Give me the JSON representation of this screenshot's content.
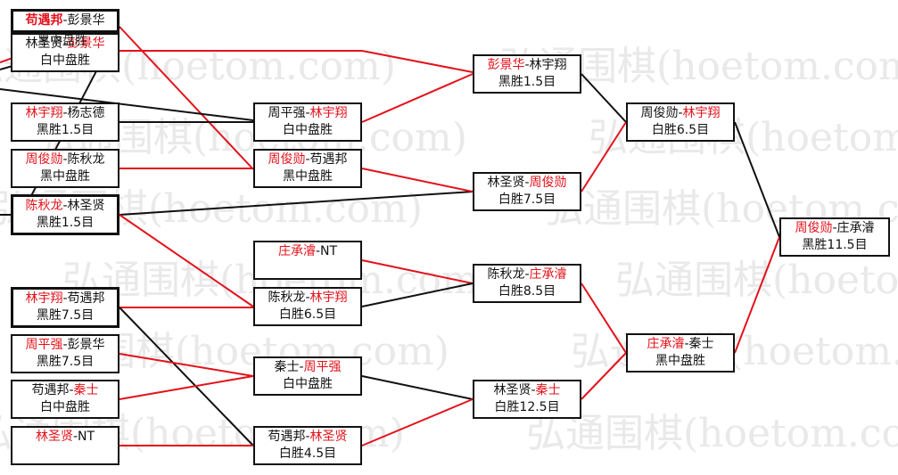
{
  "colors": {
    "winner": "#e3121b",
    "loser": "#111111"
  },
  "watermark": "弘通围棋(hoetom.com)",
  "matches": [
    {
      "id": "r1m1",
      "p1": "苟遇邦",
      "p2": "彭景华",
      "winner": "p1",
      "result": "",
      "bold_p1": true
    },
    {
      "id": "r1m2",
      "p1": "林圣贤",
      "p2": "彭景华",
      "winner": "p2",
      "result": "白中盘胜",
      "overlap": "黑中盘胜"
    },
    {
      "id": "r1m3",
      "p1": "林宇翔",
      "p2": "杨志德",
      "winner": "p1",
      "result": "黑胜1.5目"
    },
    {
      "id": "r1m4",
      "p1": "周俊勋",
      "p2": "陈秋龙",
      "winner": "p1",
      "result": "黑中盘胜"
    },
    {
      "id": "r1m5",
      "p1": "陈秋龙",
      "p2": "林圣贤",
      "winner": "p1",
      "result": "黑胜1.5目"
    },
    {
      "id": "r1m6",
      "p1": "林宇翔",
      "p2": "苟遇邦",
      "winner": "p1",
      "result": "黑胜7.5目"
    },
    {
      "id": "r1m7",
      "p1": "周平强",
      "p2": "彭景华",
      "winner": "p1",
      "result": "黑胜7.5目"
    },
    {
      "id": "r1m8",
      "p1": "苟遇邦",
      "p2": "秦士",
      "winner": "p2",
      "result": "白中盘胜"
    },
    {
      "id": "r1m9",
      "p1": "林圣贤",
      "p2": "NT",
      "winner": "p1",
      "result": ""
    },
    {
      "id": "r2m1",
      "p1": "周平强",
      "p2": "林宇翔",
      "winner": "p2",
      "result": "白中盘胜"
    },
    {
      "id": "r2m2",
      "p1": "周俊勋",
      "p2": "苟遇邦",
      "winner": "p1",
      "result": "黑中盘胜"
    },
    {
      "id": "r2m3",
      "p1": "庄承濬",
      "p2": "NT",
      "winner": "p1",
      "result": ""
    },
    {
      "id": "r2m4",
      "p1": "陈秋龙",
      "p2": "林宇翔",
      "winner": "p2",
      "result": "白胜6.5目"
    },
    {
      "id": "r2m5",
      "p1": "秦士",
      "p2": "周平强",
      "winner": "p2",
      "result": "白中盘胜"
    },
    {
      "id": "r2m6",
      "p1": "苟遇邦",
      "p2": "林圣贤",
      "winner": "p2",
      "result": "白胜4.5目"
    },
    {
      "id": "r3m1",
      "p1": "彭景华",
      "p2": "林宇翔",
      "winner": "p1",
      "result": "黑胜1.5目"
    },
    {
      "id": "r3m2",
      "p1": "林圣贤",
      "p2": "周俊勋",
      "winner": "p2",
      "result": "白胜7.5目"
    },
    {
      "id": "r3m3",
      "p1": "陈秋龙",
      "p2": "庄承濬",
      "winner": "p2",
      "result": "白胜8.5目"
    },
    {
      "id": "r3m4",
      "p1": "林圣贤",
      "p2": "秦士",
      "winner": "p2",
      "result": "白胜12.5目"
    },
    {
      "id": "r4m1",
      "p1": "周俊勋",
      "p2": "林宇翔",
      "winner": "p2",
      "result": "白胜6.5目"
    },
    {
      "id": "r4m2",
      "p1": "庄承濬",
      "p2": "秦士",
      "winner": "p1",
      "result": "黑中盘胜"
    },
    {
      "id": "r5m1",
      "p1": "周俊勋",
      "p2": "庄承濬",
      "winner": "p1",
      "result": "黑胜11.5目"
    }
  ]
}
